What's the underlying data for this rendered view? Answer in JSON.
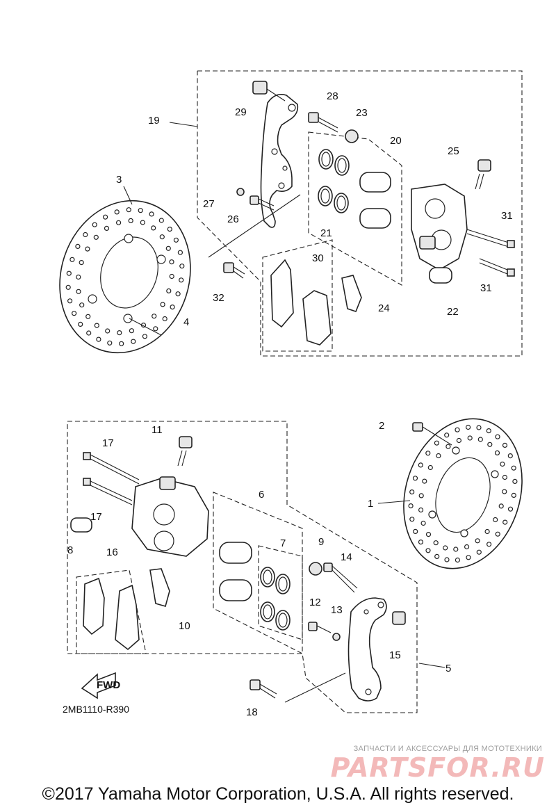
{
  "diagram": {
    "code": "2MB1110-R390",
    "fwd_label": "FWD",
    "callouts": {
      "c1": "1",
      "c2": "2",
      "c3": "3",
      "c4": "4",
      "c5": "5",
      "c6": "6",
      "c7": "7",
      "c8": "8",
      "c9": "9",
      "c10": "10",
      "c11": "11",
      "c12": "12",
      "c13": "13",
      "c14": "14",
      "c15": "15",
      "c16": "16",
      "c17a": "17",
      "c17b": "17",
      "c18": "18",
      "c19": "19",
      "c20": "20",
      "c21": "21",
      "c22": "22",
      "c23": "23",
      "c24": "24",
      "c25": "25",
      "c26": "26",
      "c27": "27",
      "c28": "28",
      "c29": "29",
      "c30": "30",
      "c31a": "31",
      "c31b": "31",
      "c32": "32"
    }
  },
  "watermark": {
    "subtitle": "ЗАПЧАСТИ И АКСЕССУАРЫ ДЛЯ МОТОТЕХНИКИ",
    "logo": "PARTSFOR.RU"
  },
  "footer": {
    "copyright": "©2017 Yamaha Motor Corporation, U.S.A. All rights reserved."
  }
}
